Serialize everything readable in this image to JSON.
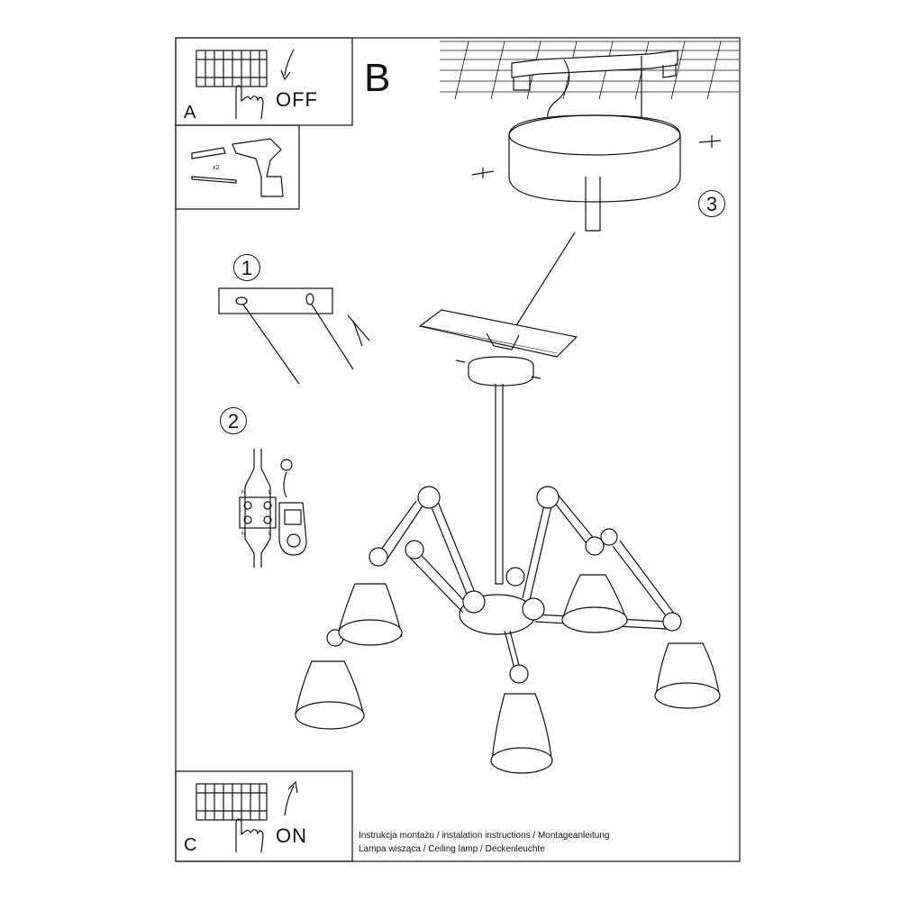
{
  "panels": {
    "a": {
      "letter": "A",
      "action": "OFF"
    },
    "c": {
      "letter": "C",
      "action": "ON"
    }
  },
  "section_label": "B",
  "tools": {
    "count_label": "x2"
  },
  "steps": [
    {
      "label": "1"
    },
    {
      "label": "2"
    },
    {
      "label": "3"
    }
  ],
  "wiring": {
    "letters": [
      "N",
      "L",
      "N",
      "L"
    ]
  },
  "footer": {
    "line1": "Instrukcja montażu / instalation instructions / Montageanleitung",
    "line2": "Lampa wisząca / Ceiling lamp  / Deckenleuchte"
  }
}
